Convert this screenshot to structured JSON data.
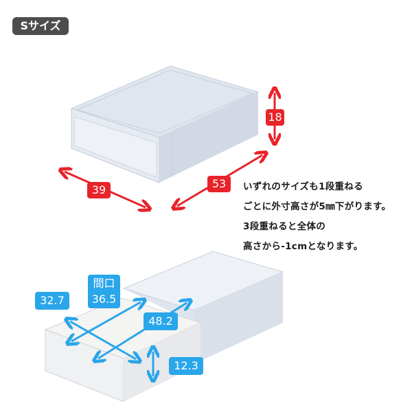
{
  "badge": {
    "label": "Sサイズ"
  },
  "description": {
    "lines": [
      "いずれのサイズも1段重ねる",
      "ごとに外寸高さが5㎜下がります。",
      " 3段重ねると全体の",
      "高さから-1cmとなります。"
    ]
  },
  "outer_dimensions": {
    "unit": "cm",
    "height": "18",
    "width": "39",
    "depth": "53",
    "color": "#e8232a"
  },
  "inner_dimensions": {
    "opening_label": "間口",
    "opening_width": "36.5",
    "width": "32.7",
    "depth": "48.2",
    "height": "12.3",
    "color": "#2aa6ea"
  }
}
